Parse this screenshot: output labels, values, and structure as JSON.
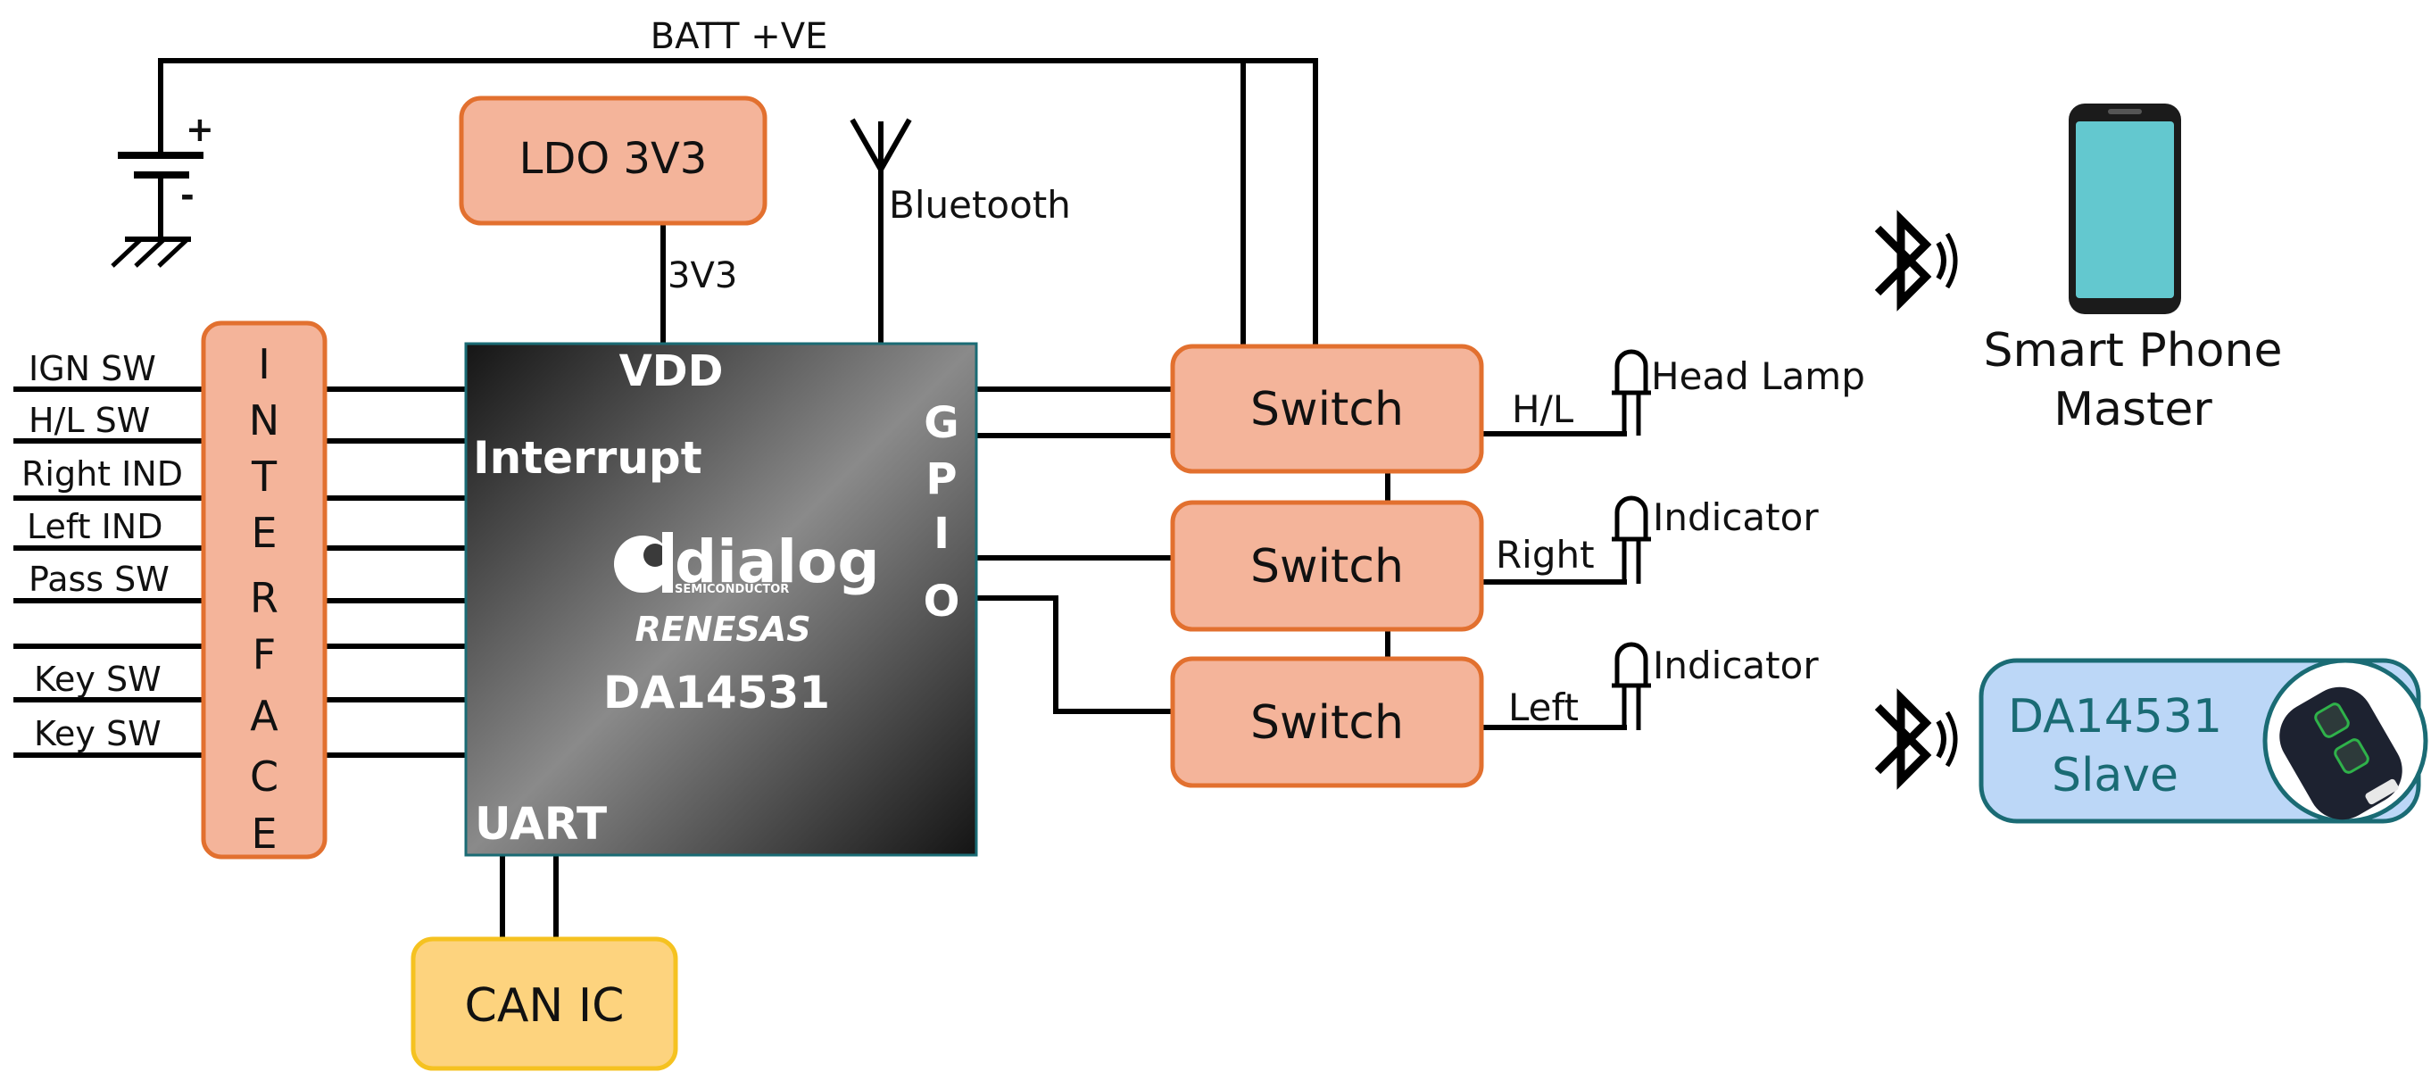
{
  "power": {
    "rail_label": "BATT +VE",
    "battery_plus": "+",
    "battery_minus": "-",
    "ldo_label": "LDO 3V3",
    "ldo_out": "3V3"
  },
  "antenna_label": "Bluetooth",
  "interface": {
    "letters": [
      "I",
      "N",
      "T",
      "E",
      "R",
      "F",
      "A",
      "C",
      "E"
    ],
    "inputs": [
      "IGN SW",
      "H/L SW",
      "Right IND",
      "Left IND",
      "Pass SW",
      "",
      "Key SW",
      "Key SW"
    ]
  },
  "chip": {
    "vdd": "VDD",
    "interrupt": "Interrupt",
    "brand1": "dialog",
    "brand1_sub": "SEMICONDUCTOR",
    "brand2": "RENESAS",
    "part": "DA14531",
    "gpio": [
      "G",
      "P",
      "I",
      "O"
    ],
    "uart": "UART"
  },
  "can_label": "CAN IC",
  "switches": [
    {
      "label": "Switch",
      "out_label": "H/L",
      "load": "Head Lamp"
    },
    {
      "label": "Switch",
      "out_label": "Right",
      "load": "Indicator"
    },
    {
      "label": "Switch",
      "out_label": "Left",
      "load": "Indicator"
    }
  ],
  "phone": {
    "line1": "Smart Phone",
    "line2": "Master"
  },
  "slave": {
    "line1": "DA14531",
    "line2": "Slave"
  },
  "colors": {
    "salmon": "#f4b49a",
    "salmon_border": "#e2702f",
    "yellow": "#fdd37e",
    "yellow_border": "#f5c220",
    "slave_fill": "#bcd7f7",
    "slave_border": "#1a6b74",
    "phone_screen": "#63c8cf",
    "chip_dark": "#1c1c1c"
  }
}
